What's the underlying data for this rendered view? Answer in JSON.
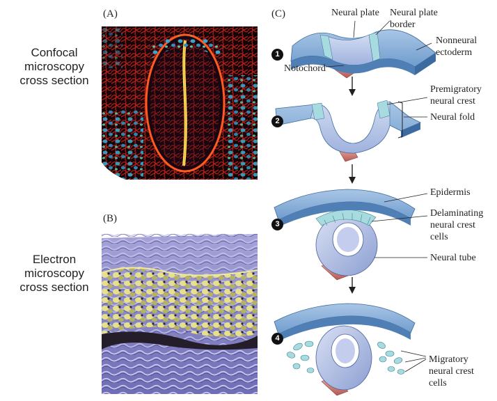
{
  "panels": {
    "a": {
      "label": "(A)",
      "side_label": [
        "Confocal",
        "microscopy",
        "cross section"
      ]
    },
    "b": {
      "label": "(B)",
      "side_label": [
        "Electron",
        "microscopy",
        "cross section"
      ]
    },
    "c": {
      "label": "(C)"
    }
  },
  "steps": [
    "1",
    "2",
    "3",
    "4"
  ],
  "annotations": {
    "neural_plate": "Neural plate",
    "neural_plate_border": [
      "Neural plate",
      "border"
    ],
    "nonneural_ectoderm": [
      "Nonneural",
      "ectoderm"
    ],
    "notochord": "Notochord",
    "premigratory": [
      "Premigratory",
      "neural crest"
    ],
    "neural_fold": "Neural fold",
    "epidermis": "Epidermis",
    "delaminating": [
      "Delaminating",
      "neural crest",
      "cells"
    ],
    "neural_tube": "Neural tube",
    "migratory": [
      "Migratory",
      "neural crest",
      "cells"
    ]
  },
  "colors": {
    "ectoderm_top": "#8fb4dc",
    "ectoderm_side": "#4f7fb4",
    "neural_plate": "#b9c8e8",
    "crest": "#a7dbe0",
    "notochord": "#d88880",
    "confocal_bg": "#140408",
    "sem_purple": "#8e8cc8",
    "sem_yellow": "#d8d27a",
    "arrow": "#231f20"
  }
}
